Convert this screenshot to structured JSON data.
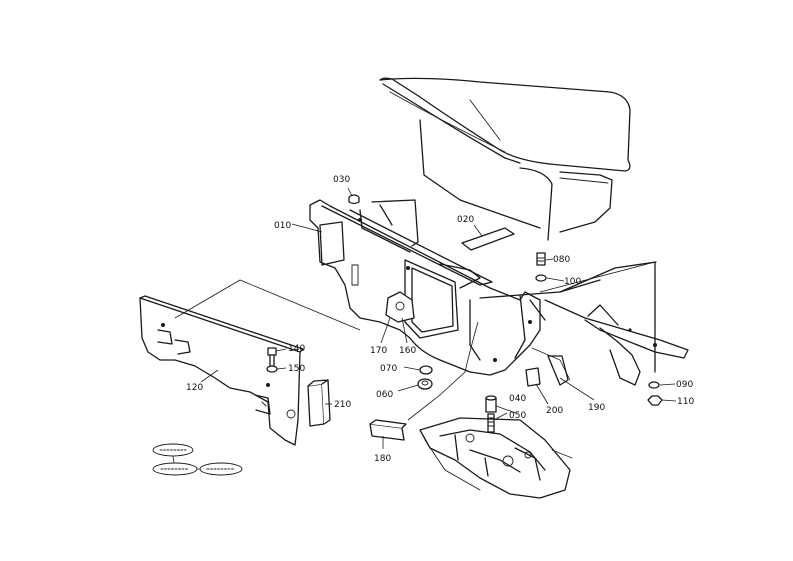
{
  "callouts": {
    "c010": "010",
    "c020": "020",
    "c030": "030",
    "c040": "040",
    "c050": "050",
    "c060": "060",
    "c070": "070",
    "c080": "080",
    "c090": "090",
    "c100": "100",
    "c110": "110",
    "c120": "120",
    "c140": "140",
    "c150": "150",
    "c160": "160",
    "c170": "170",
    "c180": "180",
    "c190": "190",
    "c200": "200",
    "c210": "210"
  },
  "reference_boxes": [
    "",
    "",
    ""
  ],
  "colors": {
    "ink": "#1a1a1a",
    "paper": "#ffffff"
  }
}
